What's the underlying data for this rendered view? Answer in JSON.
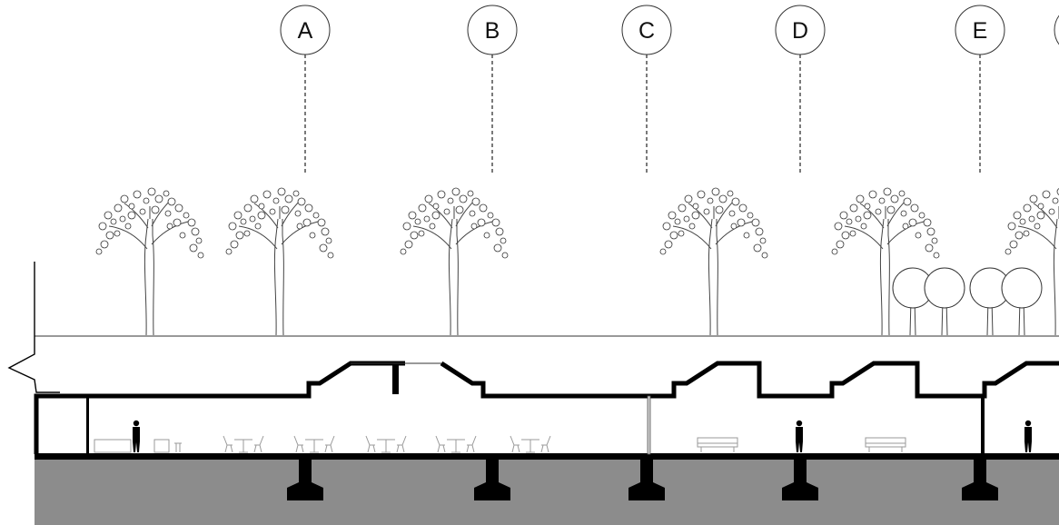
{
  "diagram": {
    "grid_axes": [
      {
        "id": "A",
        "label": "A"
      },
      {
        "id": "B",
        "label": "B"
      },
      {
        "id": "C",
        "label": "C"
      },
      {
        "id": "D",
        "label": "D"
      },
      {
        "id": "E",
        "label": "E"
      },
      {
        "id": "F",
        "label": ""
      }
    ],
    "colors": {
      "ground_fill": "#8c8c8c",
      "structure": "#000000",
      "furniture": "#9a9a9a",
      "line": "#333333"
    }
  }
}
